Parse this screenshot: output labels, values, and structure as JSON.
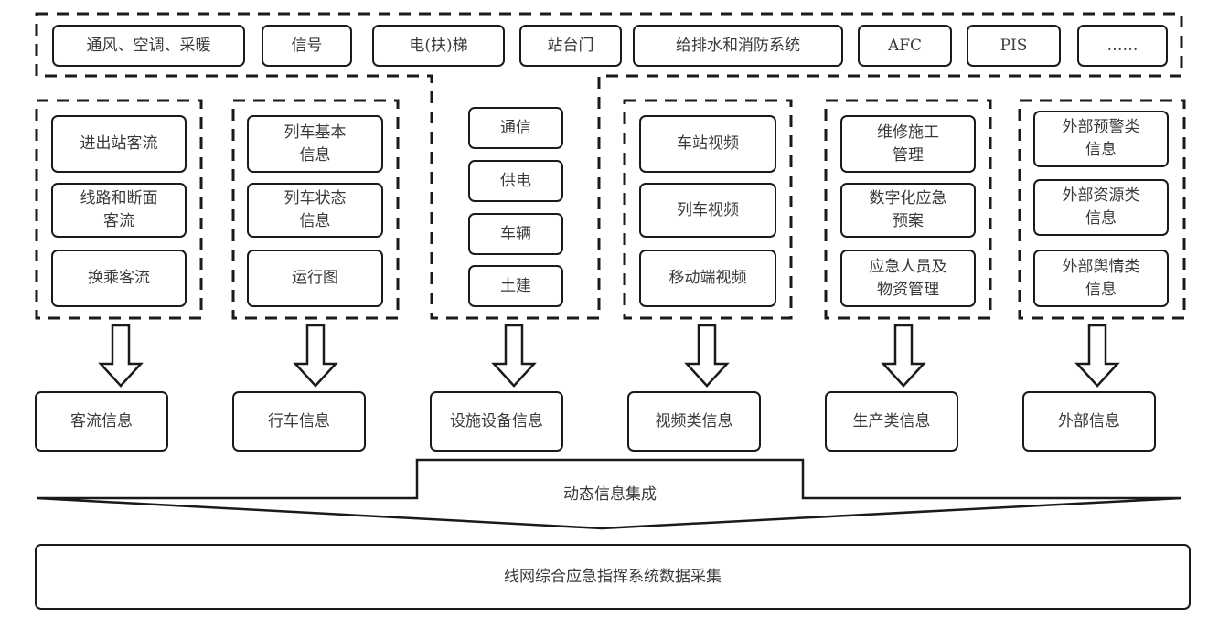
{
  "diagram": {
    "subsystems": [
      "通风、空调、采暖",
      "信号",
      "电(扶)梯",
      "站台门",
      "给排水和消防系统",
      "AFC",
      "PIS",
      "……"
    ],
    "groups": [
      {
        "id": "passenger",
        "items": [
          "进出站客流",
          "线路和断面\n客流",
          "换乘客流"
        ],
        "output": "客流信息"
      },
      {
        "id": "train",
        "items": [
          "列车基本\n信息",
          "列车状态\n信息",
          "运行图"
        ],
        "output": "行车信息"
      },
      {
        "id": "facility",
        "items": [
          "通信",
          "供电",
          "车辆",
          "土建"
        ],
        "output": "设施设备信息"
      },
      {
        "id": "video",
        "items": [
          "车站视频",
          "列车视频",
          "移动端视频"
        ],
        "output": "视频类信息"
      },
      {
        "id": "production",
        "items": [
          "维修施工\n管理",
          "数字化应急\n预案",
          "应急人员及\n物资管理"
        ],
        "output": "生产类信息"
      },
      {
        "id": "external",
        "items": [
          "外部预警类\n信息",
          "外部资源类\n信息",
          "外部舆情类\n信息"
        ],
        "output": "外部信息"
      }
    ],
    "integration_label": "动态信息集成",
    "final_label": "线网综合应急指挥系统数据采集"
  }
}
